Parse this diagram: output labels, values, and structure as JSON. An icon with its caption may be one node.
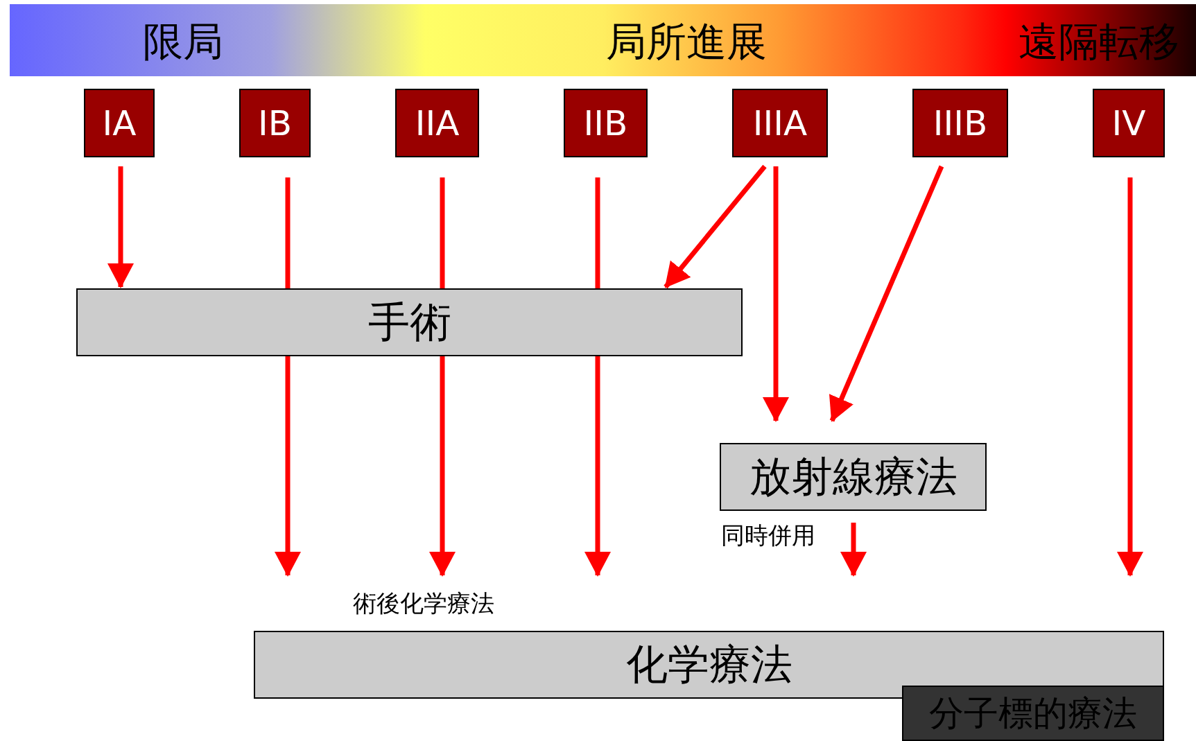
{
  "diagram": {
    "nodes": [
      {
        "text": [
          "限局",
          "局所進展",
          "遠隔転移"
        ]
      },
      {
        "text": [
          "IA"
        ]
      },
      {
        "text": [
          "IB"
        ]
      },
      {
        "text": [
          "IIA"
        ]
      },
      {
        "text": [
          "IIB"
        ]
      },
      {
        "text": [
          "IIIA"
        ]
      },
      {
        "text": [
          "IIIB"
        ]
      },
      {
        "text": [
          "IV"
        ]
      },
      {
        "text": [
          "手術"
        ]
      },
      {
        "text": [
          "放射線療法"
        ]
      },
      {
        "text": [
          "化学療法"
        ]
      },
      {
        "text": [
          "分子標的療法"
        ]
      }
    ],
    "edges": [
      {
        "from": 1,
        "to": 8,
        "arrow": "to"
      },
      {
        "from": 2,
        "to": 8,
        "arrow": "none"
      },
      {
        "from": 3,
        "to": 8,
        "arrow": "none"
      },
      {
        "from": 4,
        "to": 8,
        "arrow": "none"
      },
      {
        "from": 5,
        "to": 8,
        "arrow": "to"
      },
      {
        "from": 5,
        "to": 9,
        "arrow": "to"
      },
      {
        "from": 6,
        "to": 9,
        "arrow": "to"
      },
      {
        "from": 8,
        "to": 10,
        "arrow": "to"
      },
      {
        "from": 8,
        "to": 10,
        "arrow": "to"
      },
      {
        "from": 8,
        "to": 10,
        "arrow": "to"
      },
      {
        "from": 9,
        "to": 10,
        "arrow": "to"
      },
      {
        "from": 7,
        "to": 10,
        "arrow": "to"
      }
    ],
    "labels": [
      "同時併用",
      "術後化学療法"
    ]
  }
}
